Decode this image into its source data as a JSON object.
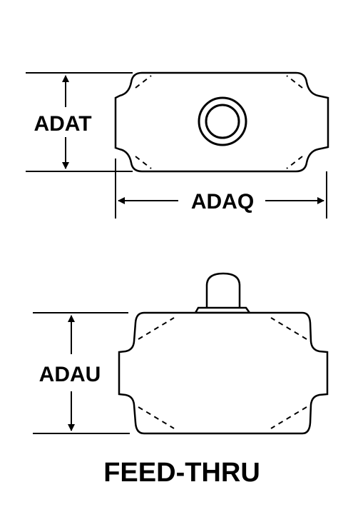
{
  "labels": {
    "top_height": "ADAT",
    "top_width": "ADAQ",
    "bottom_height": "ADAU",
    "caption": "FEED-THRU"
  },
  "colors": {
    "line": "#000000",
    "background": "#ffffff"
  }
}
